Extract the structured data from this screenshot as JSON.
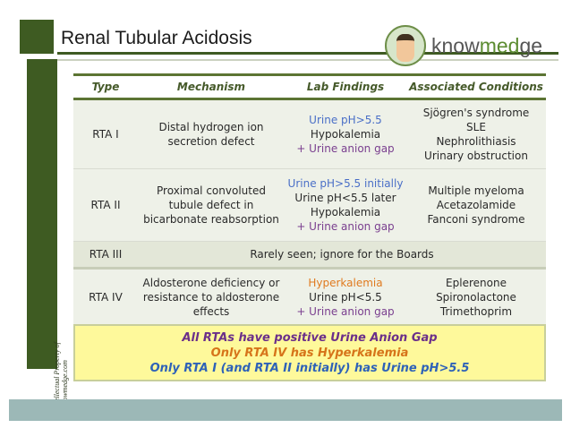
{
  "title": "Renal Tubular Acidosis",
  "logo": {
    "part1": "know",
    "part2": "med",
    "part3": "ge"
  },
  "side_text": "Intellectual Property of Knowmedge.com",
  "table": {
    "headers": [
      "Type",
      "Mechanism",
      "Lab Findings",
      "Associated Conditions"
    ],
    "rows": [
      {
        "type": "RTA I",
        "mechanism": "Distal hydrogen ion secretion defect",
        "labs": [
          "Urine pH>5.5",
          "Hypokalemia",
          "+ Urine anion gap"
        ],
        "conditions": [
          "Sjögren's syndrome",
          "SLE",
          "Nephrolithiasis",
          "Urinary obstruction"
        ]
      },
      {
        "type": "RTA II",
        "mechanism": "Proximal convoluted tubule defect in bicarbonate reabsorption",
        "labs": [
          "Urine pH>5.5 initially",
          "Urine pH<5.5 later",
          "Hypokalemia",
          "+ Urine anion gap"
        ],
        "conditions": [
          "Multiple myeloma",
          "Acetazolamide",
          "Fanconi syndrome"
        ]
      },
      {
        "type": "RTA III",
        "note": "Rarely seen; ignore for the Boards"
      },
      {
        "type": "RTA IV",
        "mechanism": "Aldosterone deficiency or resistance to aldosterone effects",
        "labs": [
          "Hyperkalemia",
          "Urine pH<5.5",
          "+ Urine anion gap"
        ],
        "conditions": [
          "Eplerenone",
          "Spironolactone",
          "Trimethoprim"
        ]
      }
    ]
  },
  "summary": [
    "All RTAs have positive Urine Anion Gap",
    "Only RTA IV has Hyperkalemia",
    "Only RTA I (and RTA II initially) has Urine pH>5.5"
  ]
}
